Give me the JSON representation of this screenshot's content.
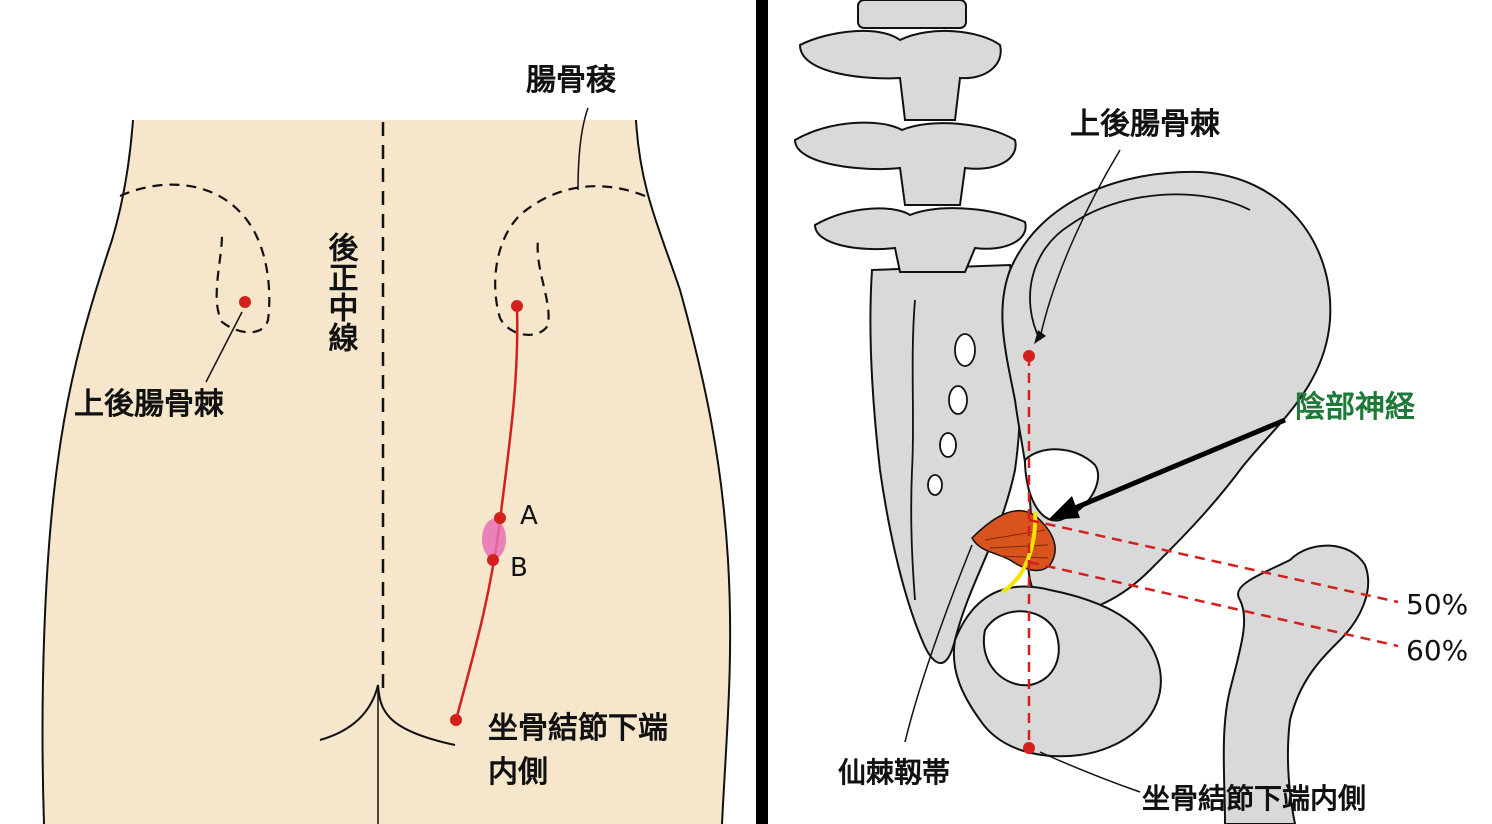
{
  "left_panel": {
    "iliac_crest_label": "腸骨稜",
    "midline_label": "後正中線",
    "psis_label": "上後腸骨棘",
    "point_a_label": "A",
    "point_b_label": "B",
    "ischial_label_line1": "坐骨結節下端",
    "ischial_label_line2": "内側"
  },
  "right_panel": {
    "psis_label": "上後腸骨棘",
    "pudendal_nerve_label": "陰部神経",
    "sacrospinous_label": "仙棘靱帯",
    "ischial_label": "坐骨結節下端内側",
    "line_50_label": "50%",
    "line_60_label": "60%"
  },
  "colors": {
    "skin": "#f5e6cc",
    "bone": "#d9d9d9",
    "marker_red": "#d4201c",
    "ligament": "#d9531e",
    "nerve_yellow": "#f5e400",
    "nerve_label_green": "#1f7a3a",
    "highlight_pink": "#e86fb4"
  }
}
